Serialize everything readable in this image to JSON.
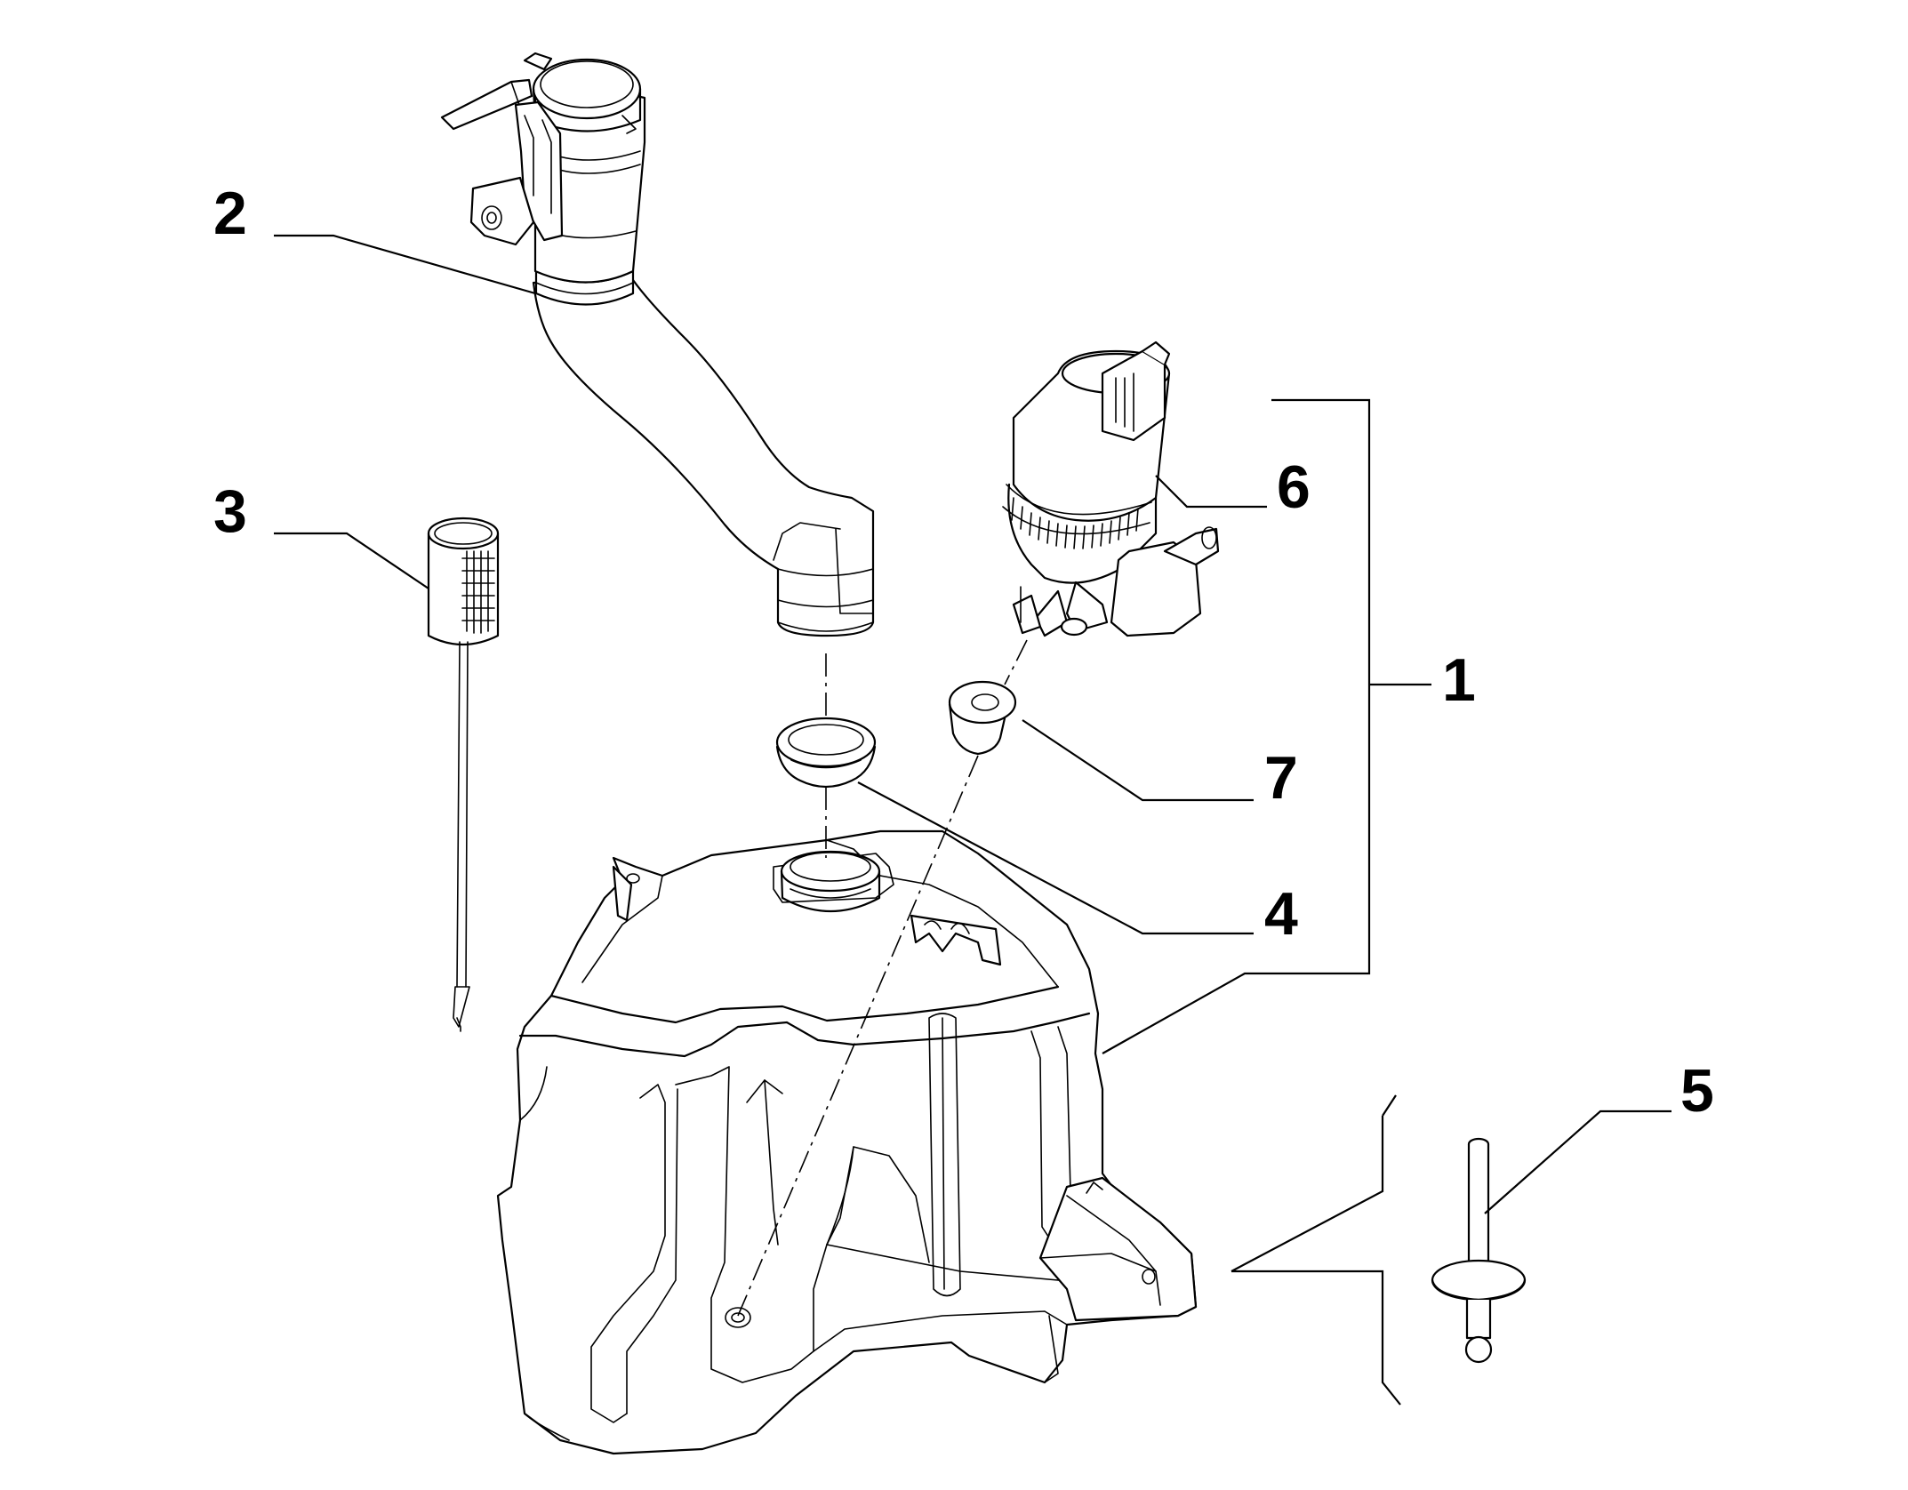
{
  "callouts": [
    {
      "id": "1",
      "text": "1"
    },
    {
      "id": "2",
      "text": "2"
    },
    {
      "id": "3",
      "text": "3"
    },
    {
      "id": "4",
      "text": "4"
    },
    {
      "id": "5",
      "text": "5"
    },
    {
      "id": "6",
      "text": "6"
    },
    {
      "id": "7",
      "text": "7"
    }
  ],
  "parts": [
    {
      "id": "1",
      "name": "reservoir-tank-assembly"
    },
    {
      "id": "2",
      "name": "filler-neck-hose"
    },
    {
      "id": "3",
      "name": "level-sensor-filter"
    },
    {
      "id": "4",
      "name": "neck-grommet"
    },
    {
      "id": "5",
      "name": "rivet-fastener"
    },
    {
      "id": "6",
      "name": "washer-pump"
    },
    {
      "id": "7",
      "name": "pump-grommet"
    }
  ],
  "colors": {
    "ink": "#000000",
    "paper": "#ffffff"
  }
}
